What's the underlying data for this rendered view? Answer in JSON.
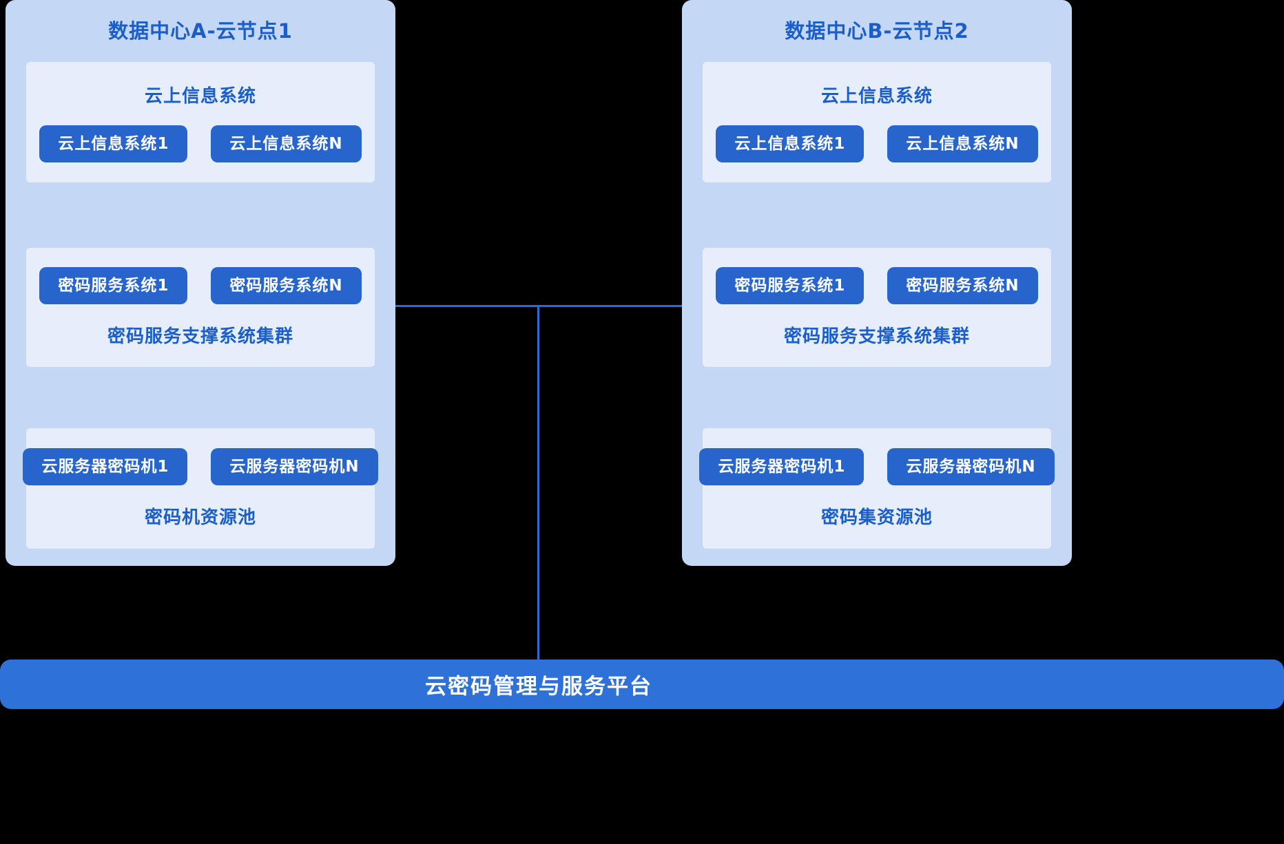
{
  "colors": {
    "page_bg": "#000000",
    "panel_bg": "#c4d8f6",
    "section_bg": "#e7eefb",
    "chip_bg": "#2765cd",
    "chip_text": "#ffffff",
    "heading_text": "#1b5ec9",
    "connector": "#2a6bd4",
    "platform_bg": "#2e72d9"
  },
  "diagram": {
    "panels": [
      {
        "title": "数据中心A-云节点1",
        "sections": [
          {
            "title": "云上信息系统",
            "title_position": "top",
            "buttons": [
              "云上信息系统1",
              "云上信息系统N"
            ]
          },
          {
            "title": "密码服务支撑系统集群",
            "title_position": "bottom",
            "buttons": [
              "密码服务系统1",
              "密码服务系统N"
            ]
          },
          {
            "title": "密码机资源池",
            "title_position": "bottom",
            "buttons": [
              "云服务器密码机1",
              "云服务器密码机N"
            ]
          }
        ]
      },
      {
        "title": "数据中心B-云节点2",
        "sections": [
          {
            "title": "云上信息系统",
            "title_position": "top",
            "buttons": [
              "云上信息系统1",
              "云上信息系统N"
            ]
          },
          {
            "title": "密码服务支撑系统集群",
            "title_position": "bottom",
            "buttons": [
              "密码服务系统1",
              "密码服务系统N"
            ]
          },
          {
            "title": "密码集资源池",
            "title_position": "bottom",
            "buttons": [
              "云服务器密码机1",
              "云服务器密码机N"
            ]
          }
        ]
      }
    ],
    "platform": {
      "label": "云密码管理与服务平台"
    }
  }
}
